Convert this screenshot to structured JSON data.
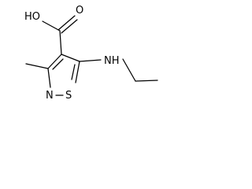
{
  "molecule": {
    "atoms": {
      "carboxyl_hydroxyl": "HO",
      "carbonyl_oxygen": "O",
      "amine": "NH",
      "ring_nitrogen": "N",
      "ring_sulfur": "S"
    }
  },
  "colors": {
    "bond": "#000000",
    "label": "#000000",
    "background": "#ffffff"
  }
}
